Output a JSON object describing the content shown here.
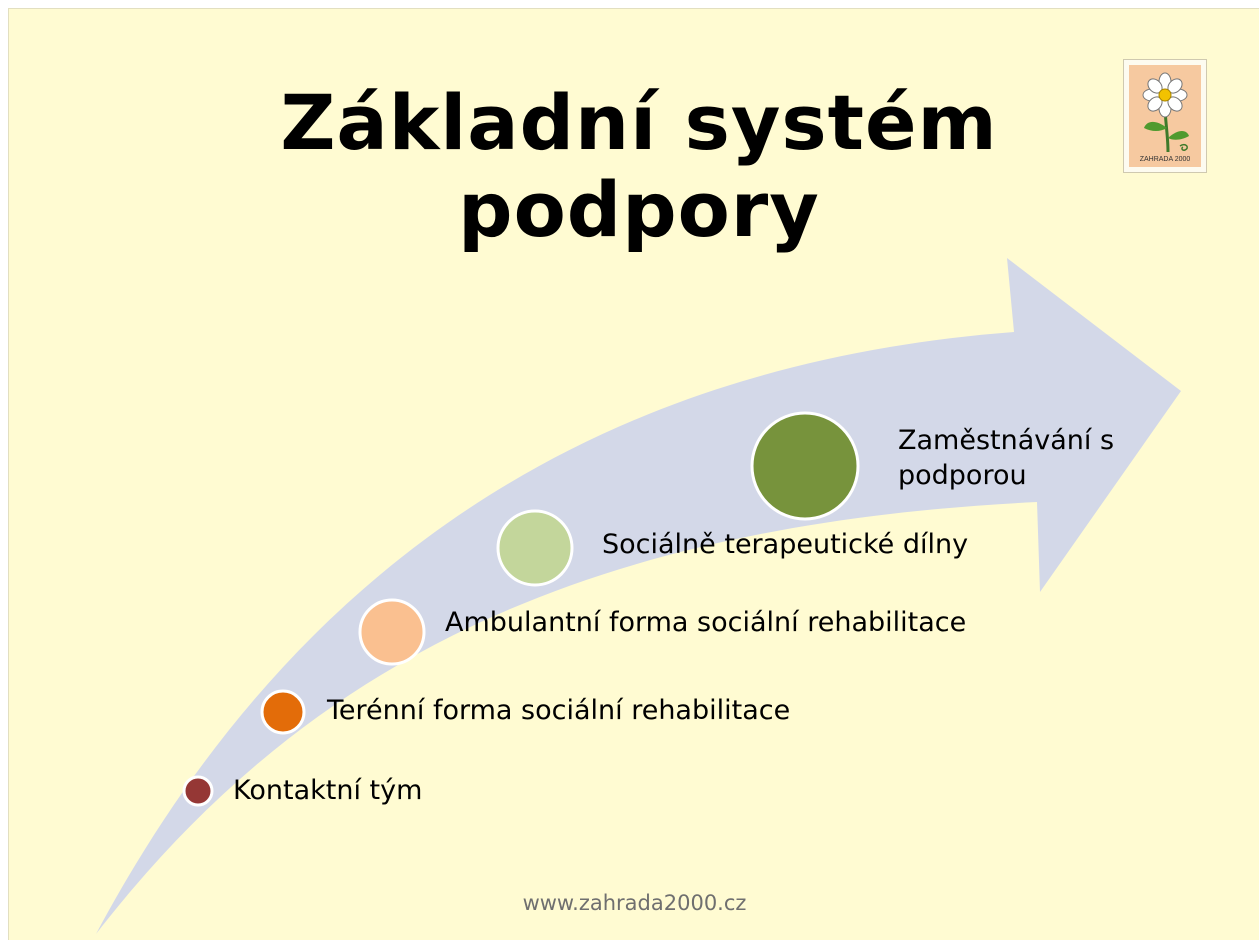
{
  "title": "Základní systém podpory",
  "logo": {
    "text": "ZAHRADA 2000",
    "icon": "daisy-flower-icon"
  },
  "colors": {
    "background": "#fffbd2",
    "arrow": "#d3d8e8",
    "step1": "#953735",
    "step2": "#e36c09",
    "step3": "#fac090",
    "step4": "#c3d69b",
    "step5": "#77933c"
  },
  "steps": [
    {
      "label": "Kontaktní tým"
    },
    {
      "label": "Terénní forma sociální rehabilitace"
    },
    {
      "label": "Ambulantní forma sociální rehabilitace"
    },
    {
      "label": "Sociálně terapeutické dílny"
    },
    {
      "label": "Zaměstnávání s podporou"
    }
  ],
  "footer": "www.zahrada2000.cz"
}
